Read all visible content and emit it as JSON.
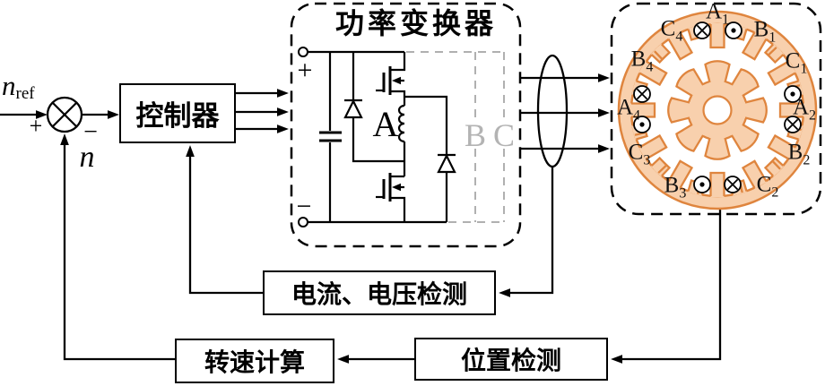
{
  "system": {
    "n_ref_base": "n",
    "n_ref_sub": "ref",
    "sum_plus": "+",
    "sum_minus": "−",
    "feedback_n": "n"
  },
  "blocks": {
    "controller": "控制器",
    "power_converter_title": "功率变换器",
    "current_voltage_detect": "电流、电压检测",
    "speed_calc": "转速计算",
    "position_detect": "位置检测"
  },
  "converter": {
    "dc_plus": "+",
    "dc_minus": "−",
    "phase_a": "A",
    "phase_b": "B",
    "phase_c": "C"
  },
  "motor": {
    "pole_labels": [
      {
        "base": "A",
        "sub": "1"
      },
      {
        "base": "B",
        "sub": "1"
      },
      {
        "base": "C",
        "sub": "1"
      },
      {
        "base": "A",
        "sub": "2"
      },
      {
        "base": "B",
        "sub": "2"
      },
      {
        "base": "C",
        "sub": "2"
      },
      {
        "base": "B",
        "sub": "3"
      },
      {
        "base": "C",
        "sub": "3"
      },
      {
        "base": "A",
        "sub": "4"
      },
      {
        "base": "B",
        "sub": "4"
      },
      {
        "base": "C",
        "sub": "4"
      }
    ],
    "winding_symbols": [
      "cross",
      "dot",
      "dot",
      "cross",
      "dot",
      "cross",
      "cross",
      "dot"
    ]
  },
  "colors": {
    "stator_fill": "#f8d0ad",
    "stator_stroke": "#df853e",
    "ghost_gray": "#b3b3b3",
    "line_black": "#000000"
  }
}
